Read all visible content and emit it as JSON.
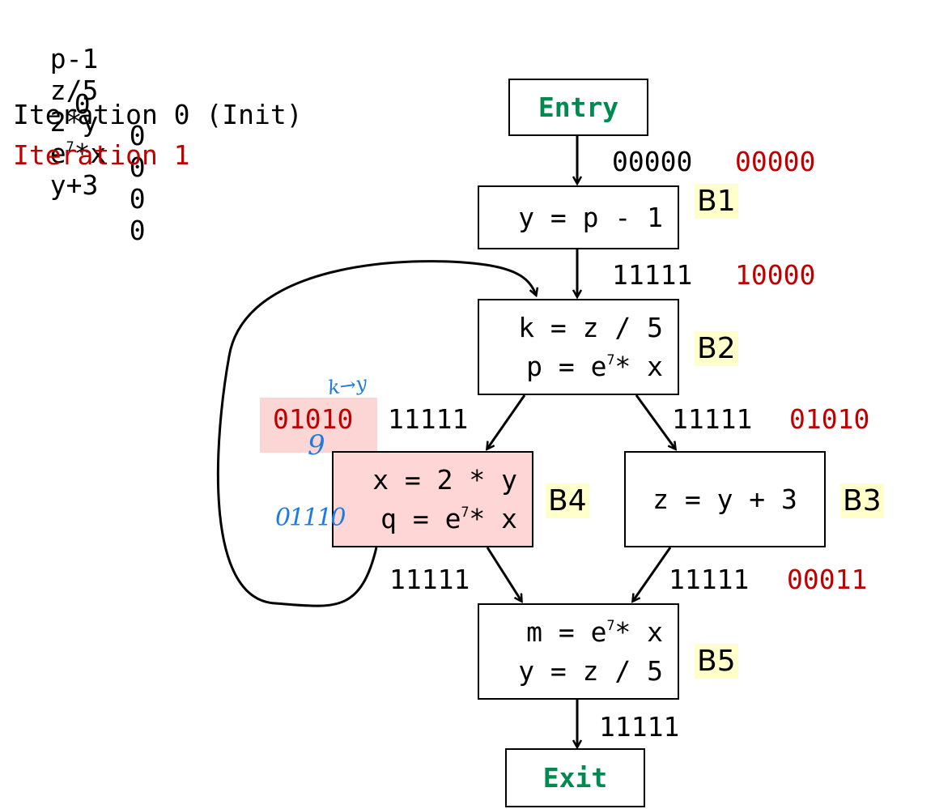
{
  "header": {
    "columns": [
      "p-1",
      "z/5",
      "2*y",
      "e7*x",
      "y+3"
    ],
    "init_values": [
      "0",
      "0",
      "0",
      "0",
      "0"
    ],
    "iteration0": "Iteration 0 (Init)",
    "iteration1": "Iteration 1"
  },
  "nodes": {
    "entry": "Entry",
    "exit": "Exit",
    "b1": {
      "tag": "B1",
      "lines": [
        "y = p - 1"
      ]
    },
    "b2": {
      "tag": "B2",
      "lines": [
        "k = z / 5",
        "p = e7* x"
      ]
    },
    "b3": {
      "tag": "B3",
      "lines": [
        "z = y + 3"
      ]
    },
    "b4": {
      "tag": "B4",
      "lines": [
        "x = 2 * y",
        "q = e7* x"
      ]
    },
    "b5": {
      "tag": "B5",
      "lines": [
        "m = e7* x",
        "y = z / 5"
      ]
    }
  },
  "edges": {
    "entry_b1": {
      "iter0": "00000",
      "iter1": "00000"
    },
    "b1_b2": {
      "iter0": "11111",
      "iter1": "10000"
    },
    "b2_b4": {
      "iter0": "11111",
      "iter1": "01010"
    },
    "b2_b3": {
      "iter0": "11111",
      "iter1": "01010"
    },
    "b4_b5": {
      "iter0": "11111"
    },
    "b3_b5": {
      "iter0": "11111",
      "iter1": "00011"
    },
    "b5_exit": {
      "iter0": "11111"
    }
  },
  "annotations": {
    "note_top": "k→y",
    "note_mid": "9",
    "note_left": "01110"
  },
  "colors": {
    "iter1": "#c00000",
    "highlight_b4": "#ffd6d6",
    "highlight_bits": "#fcd5d5",
    "tag_bg": "#ffffcc",
    "entry_exit_text": "#008a4f",
    "handwriting": "#1e7be0"
  }
}
